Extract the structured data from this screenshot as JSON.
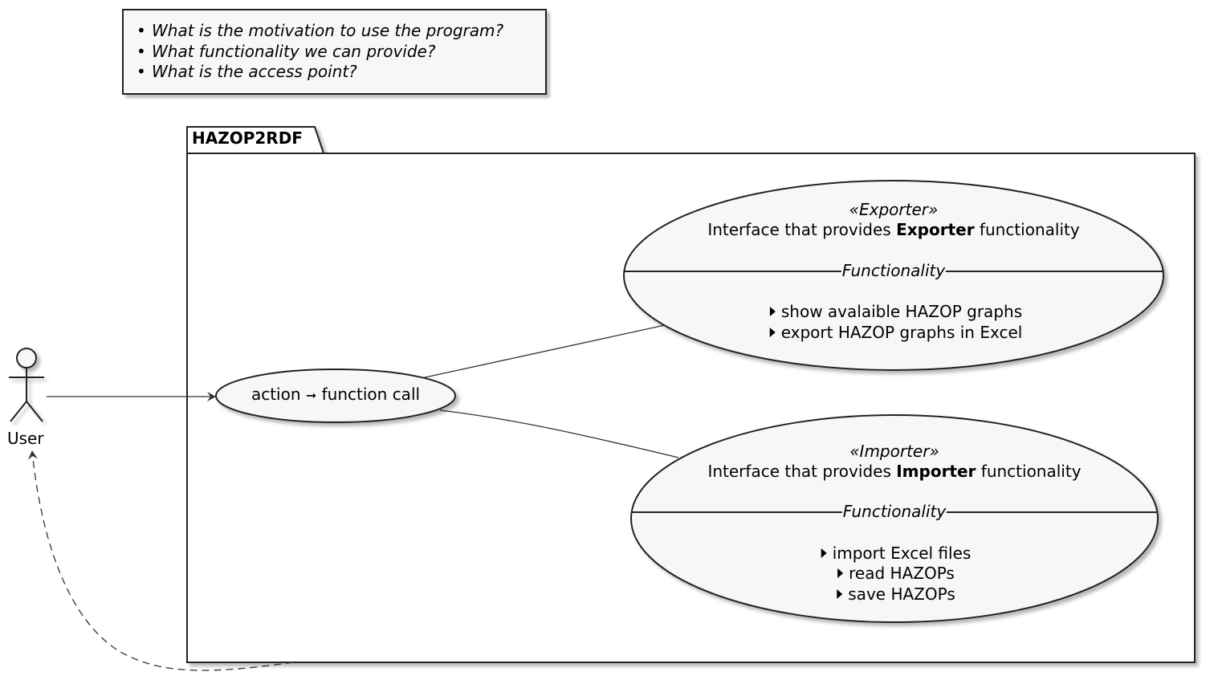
{
  "note": {
    "items": [
      "What is the motivation to use the program?",
      "What functionality we can provide?",
      "What is the access point?"
    ]
  },
  "package": {
    "name": "HAZOP2RDF"
  },
  "actor": {
    "label": "User"
  },
  "action_usecase": {
    "label_left": "action",
    "arrow_glyph": "➞",
    "label_right": "function call"
  },
  "exporter": {
    "stereotype": "«Exporter»",
    "title_prefix": "Interface that provides ",
    "title_bold": "Exporter",
    "title_suffix": " functionality",
    "section": "Functionality",
    "items": [
      "show avalaible HAZOP graphs",
      "export HAZOP graphs in Excel"
    ]
  },
  "importer": {
    "stereotype": "«Importer»",
    "title_prefix": "Interface that provides ",
    "title_bold": "Importer",
    "title_suffix": " functionality",
    "section": "Functionality",
    "items": [
      "import Excel files",
      "read HAZOPs",
      "save HAZOPs"
    ]
  },
  "colors": {
    "fill": "#f7f7f7",
    "stroke": "#222222",
    "line": "#333333"
  }
}
